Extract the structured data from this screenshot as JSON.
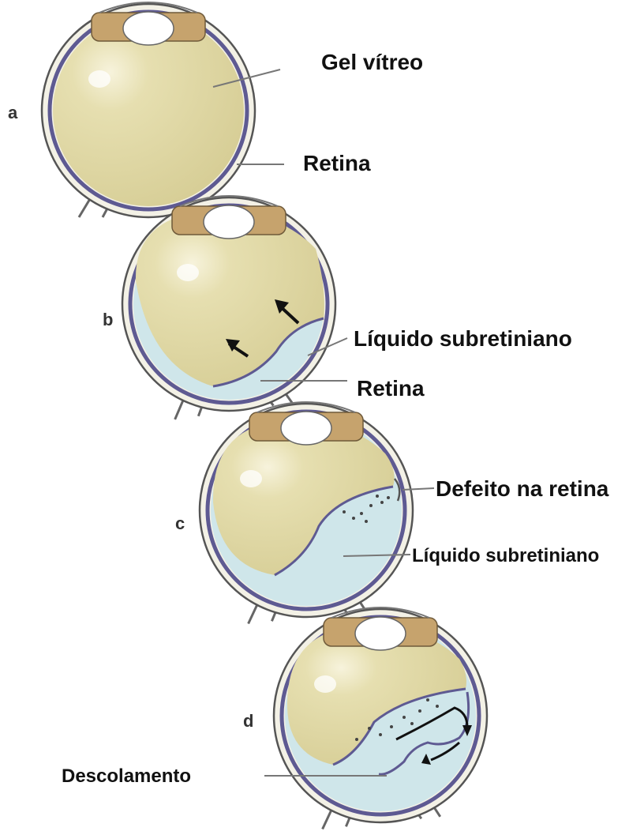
{
  "panels": [
    {
      "letter": "a",
      "labels": [
        "Gel vítreo",
        "Retina"
      ]
    },
    {
      "letter": "b",
      "labels": [
        "Líquido subretiniano",
        "Retina"
      ]
    },
    {
      "letter": "c",
      "labels": [
        "Defeito na retina",
        "Líquido subretiniano"
      ]
    },
    {
      "letter": "d",
      "labels": [
        "Descolamento"
      ]
    }
  ],
  "colors": {
    "vitreous": "#e3dcaa",
    "subretinal_fluid": "#cfe6ea",
    "retina": "#5e5a92",
    "sclera": "#f3f1e6",
    "lens_ring": "#c6a36d",
    "outline": "#555555"
  }
}
